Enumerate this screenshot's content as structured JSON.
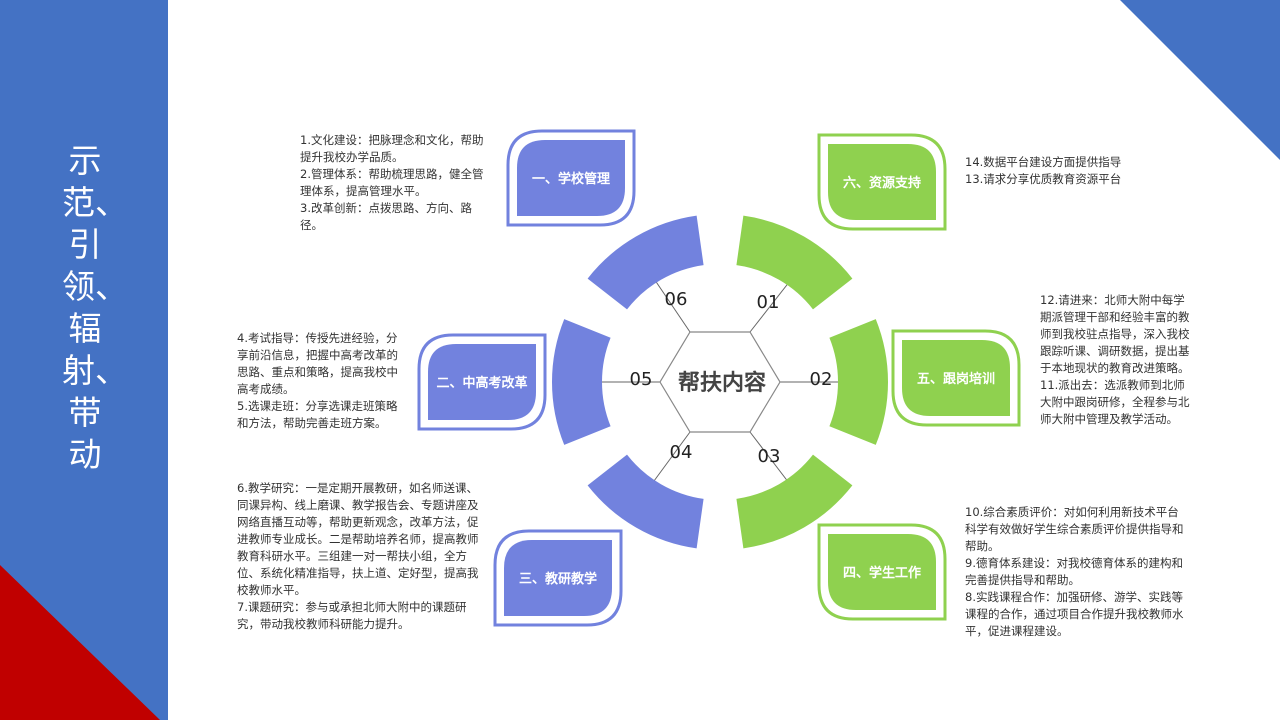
{
  "sidebar": {
    "title": "示范、引领、辐射、带动"
  },
  "center": {
    "label": "帮扶内容"
  },
  "spokes": [
    {
      "number": "01",
      "label": "六、资源支持",
      "color": "#8fd14f"
    },
    {
      "number": "02",
      "label": "五、跟岗培训",
      "color": "#8fd14f"
    },
    {
      "number": "03",
      "label": "四、学生工作",
      "color": "#8fd14f"
    },
    {
      "number": "04",
      "label": "三、教研教学",
      "color": "#7282de"
    },
    {
      "number": "05",
      "label": "二、中高考改革",
      "color": "#7282de"
    },
    {
      "number": "06",
      "label": "一、学校管理",
      "color": "#7282de"
    }
  ],
  "descriptions": {
    "school_management": [
      "1.文化建设：把脉理念和文化，帮助提升我校办学品质。",
      "2.管理体系：帮助梳理思路，健全管理体系，提高管理水平。",
      "3.改革创新：点拨思路、方向、路径。"
    ],
    "exam_reform": [
      "4.考试指导：传授先进经验，分享前沿信息，把握中高考改革的思路、重点和策略，提高我校中高考成绩。",
      "5.选课走班：分享选课走班策略和方法，帮助完善走班方案。"
    ],
    "teaching_research": [
      "6.教学研究：一是定期开展教研，如名师送课、同课异构、线上磨课、教学报告会、专题讲座及网络直播互动等，帮助更新观念，改革方法，促进教师专业成长。二是帮助培养名师，提高教师教育科研水平。三组建一对一帮扶小组，全方位、系统化精准指导，扶上道、定好型，提高我校教师水平。",
      "7.课题研究：参与或承担北师大附中的课题研究，带动我校教师科研能力提升。"
    ],
    "resource_support": [
      "14.数据平台建设方面提供指导",
      "13.请求分享优质教育资源平台"
    ],
    "shadow_training": [
      "12.请进来：北师大附中每学期派管理干部和经验丰富的教师到我校驻点指导，深入我校跟踪听课、调研数据，提出基于本地现状的教育改进策略。",
      "11.派出去：选派教师到北师大附中跟岗研修，全程参与北师大附中管理及教学活动。"
    ],
    "student_work": [
      "10.综合素质评价：对如何利用新技术平台科学有效做好学生综合素质评价提供指导和帮助。",
      "9.德育体系建设：对我校德育体系的建构和完善提供指导和帮助。",
      "8.实践课程合作：加强研修、游学、实践等课程的合作，通过项目合作提升我校教师水平，促进课程建设。"
    ]
  },
  "colors": {
    "sidebar": "#4472c4",
    "sidebar_accent": "#c00000",
    "green": "#8fd14f",
    "blue": "#7282de"
  }
}
